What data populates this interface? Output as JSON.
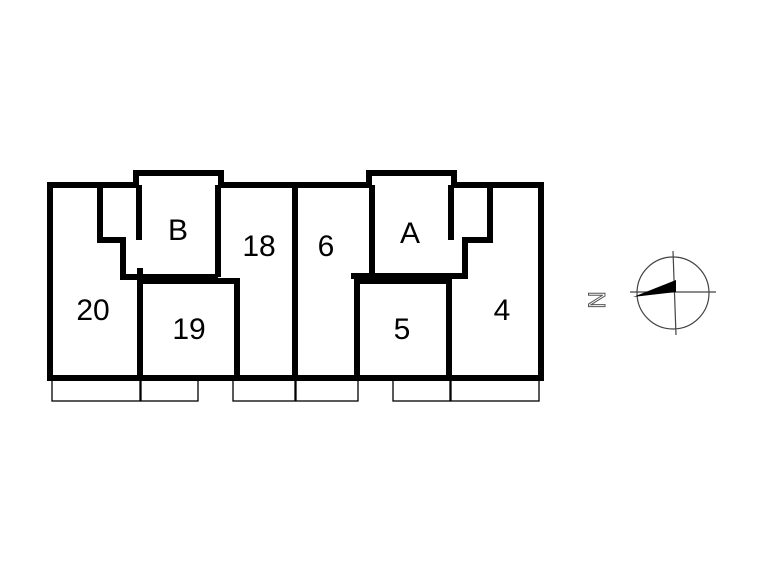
{
  "rooms": {
    "r20": "20",
    "r19": "19",
    "r18": "18",
    "rB": "B",
    "r6": "6",
    "rA": "A",
    "r5": "5",
    "r4": "4"
  },
  "compass": {
    "north_letter": "N"
  }
}
